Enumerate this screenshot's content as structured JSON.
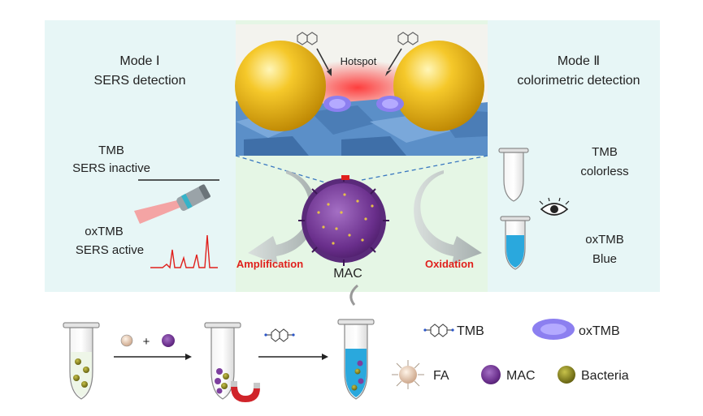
{
  "mode1": {
    "title": "Mode Ⅰ",
    "subtitle": "SERS detection",
    "tmb_label": "TMB",
    "tmb_state": "SERS inactive",
    "oxtmb_label": "oxTMB",
    "oxtmb_state": "SERS active"
  },
  "mode2": {
    "title": "Mode Ⅱ",
    "subtitle": "colorimetric detection",
    "tmb_label": "TMB",
    "tmb_state": "colorless",
    "oxtmb_label": "oxTMB",
    "oxtmb_state": "Blue"
  },
  "hotspot": {
    "label": "Hotspot"
  },
  "center": {
    "mac_label": "MAC"
  },
  "arrows": {
    "amplification": "Amplification",
    "oxidation": "Oxidation"
  },
  "workflow": {
    "plus": "+"
  },
  "legend": {
    "tmb": "TMB",
    "oxtmb": "oxTMB",
    "fa": "FA",
    "mac": "MAC",
    "bacteria": "Bacteria"
  },
  "colors": {
    "panel_left": "#e7f6f6",
    "panel_center": "#e5f6e5",
    "gold": "#f0b81a",
    "substrate": "#5b8fc8",
    "mac_purple": "#7d3f9e",
    "accent_red": "#e0201c",
    "blue_solution": "#2aa8dd",
    "bacteria_olive": "#8a8a1a"
  }
}
